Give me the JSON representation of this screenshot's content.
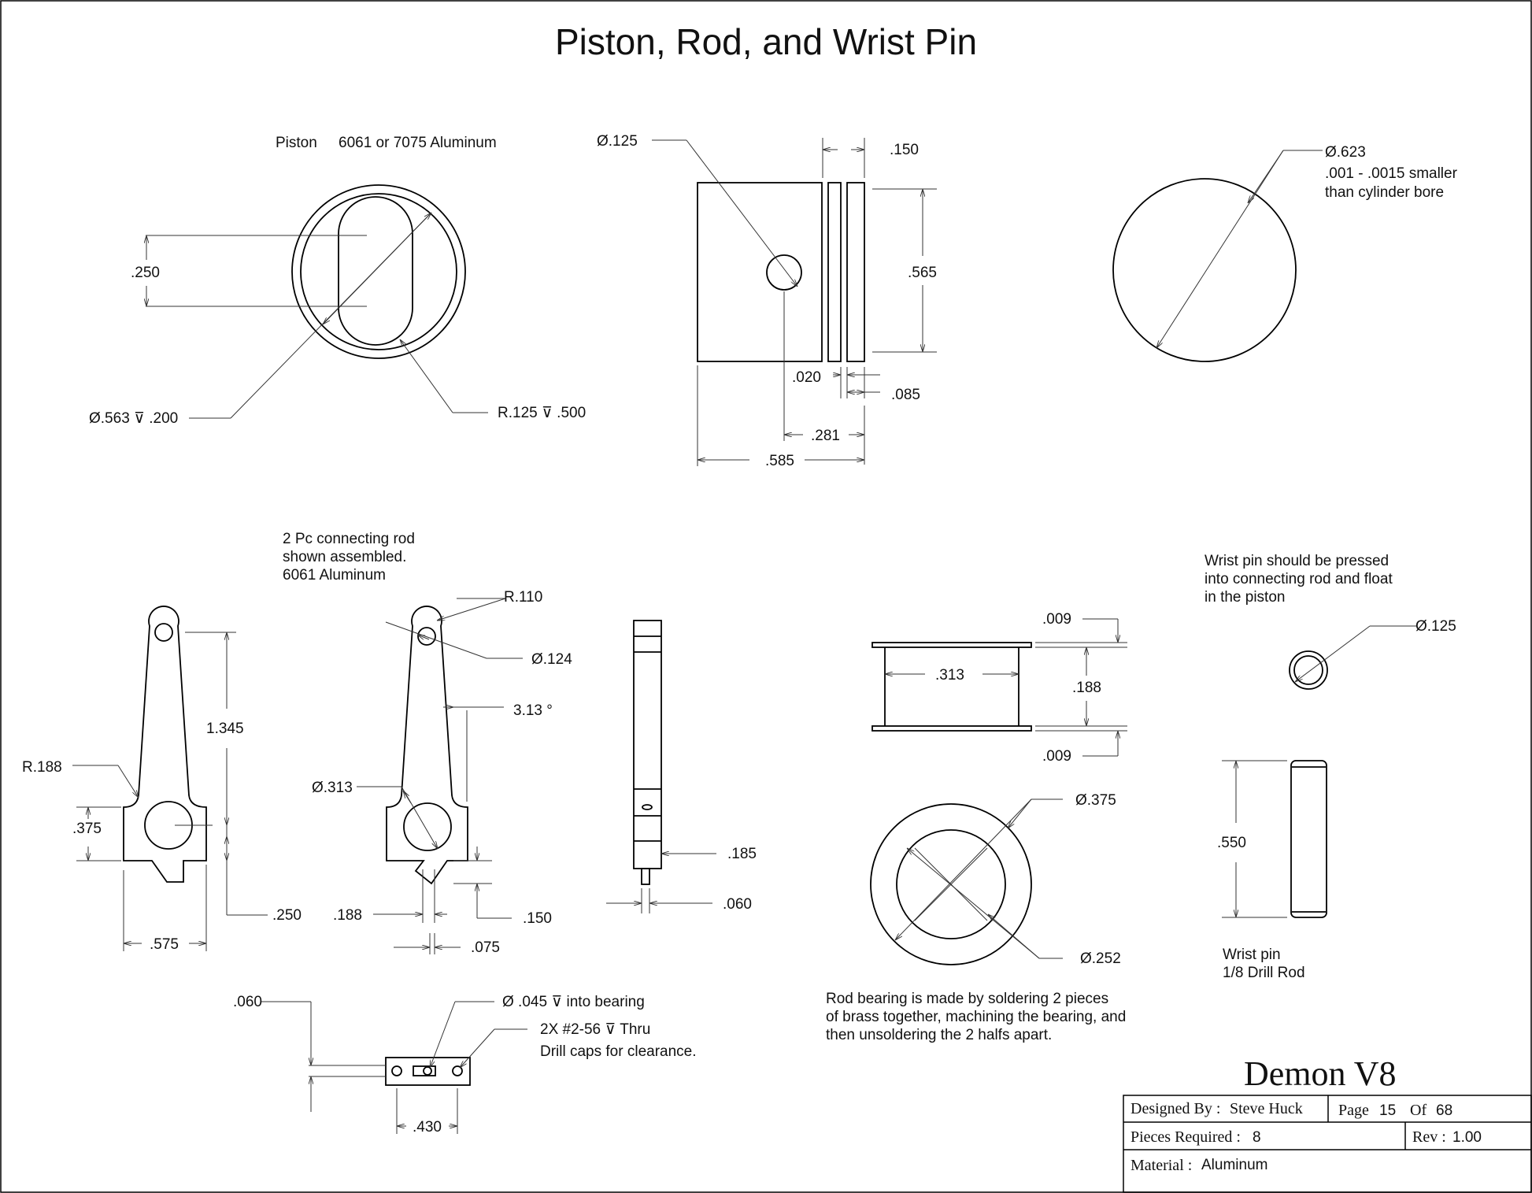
{
  "title": "Piston, Rod, and Wrist Pin",
  "piston": {
    "label": "Piston",
    "material": "6061 or 7075 Aluminum",
    "dim_250": ".250",
    "bore_note": "Ø.563 ⊽ .200",
    "slot_radius": "R.125 ⊽ .500",
    "pin_hole": "Ø.125",
    "dim_150": ".150",
    "dim_565": ".565",
    "dim_020": ".020",
    "dim_085": ".085",
    "dim_281": ".281",
    "dim_585": ".585",
    "diameter": "Ø.623",
    "fit_note_1": ".001 - .0015 smaller",
    "fit_note_2": "than cylinder bore"
  },
  "rod": {
    "note_1": "2 Pc connecting rod",
    "note_2": "shown assembled.",
    "note_3": "6061 Aluminum",
    "r188": "R.188",
    "dim_1345": "1.345",
    "dim_375": ".375",
    "dim_250": ".250",
    "dim_575": ".575",
    "r110": "R.110",
    "d124": "Ø.124",
    "taper": "3.13 °",
    "d313": "Ø.313",
    "dim_188": ".188",
    "dim_150": ".150",
    "dim_075": ".075",
    "dim_185": ".185",
    "dim_060": ".060"
  },
  "cap": {
    "dim_060": ".060",
    "oil_hole": "Ø .045 ⊽ into bearing",
    "screw_note": "2X #2-56 ⊽ Thru",
    "clearance_note": "Drill caps for clearance.",
    "dim_430": ".430"
  },
  "bearing": {
    "dim_009_top": ".009",
    "dim_313": ".313",
    "dim_188": ".188",
    "dim_009_bottom": ".009",
    "d375": "Ø.375",
    "d252": "Ø.252",
    "note_1": "Rod bearing is made by soldering 2 pieces",
    "note_2": "of brass together, machining the bearing, and",
    "note_3": "then unsoldering the 2 halfs apart."
  },
  "wrist_pin": {
    "note_1": "Wrist pin should be pressed",
    "note_2": "into connecting rod and float",
    "note_3": "in the piston",
    "diameter": "Ø.125",
    "length": ".550",
    "label_1": "Wrist pin",
    "label_2": "1/8 Drill Rod"
  },
  "title_block": {
    "project": "Demon V8",
    "designed_by_label": "Designed By :",
    "designed_by": "Steve Huck",
    "page_label": "Page",
    "page": "15",
    "of_label": "Of",
    "total_pages": "68",
    "pieces_label": "Pieces Required :",
    "pieces": "8",
    "rev_label": "Rev :",
    "rev": "1.00",
    "material_label": "Material :",
    "material": "Aluminum"
  }
}
